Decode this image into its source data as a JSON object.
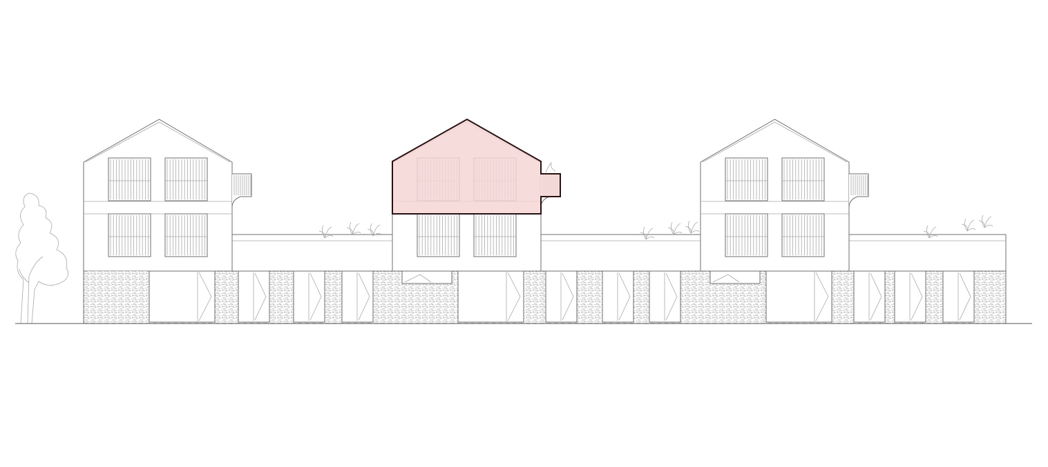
{
  "drawing": {
    "type": "architectural elevation",
    "buildings": 3,
    "connecting_wings": 3,
    "highlighted_building": 2,
    "colors": {
      "background": "#ffffff",
      "line": "#6e6e6e",
      "line_light": "#a8a8a8",
      "highlight_fill": "#f6d6d6",
      "highlight_stroke": "#2a1010",
      "ground": "#555555"
    },
    "decorations": [
      "tree",
      "roof-plants",
      "stone-cladding-plinth"
    ]
  }
}
